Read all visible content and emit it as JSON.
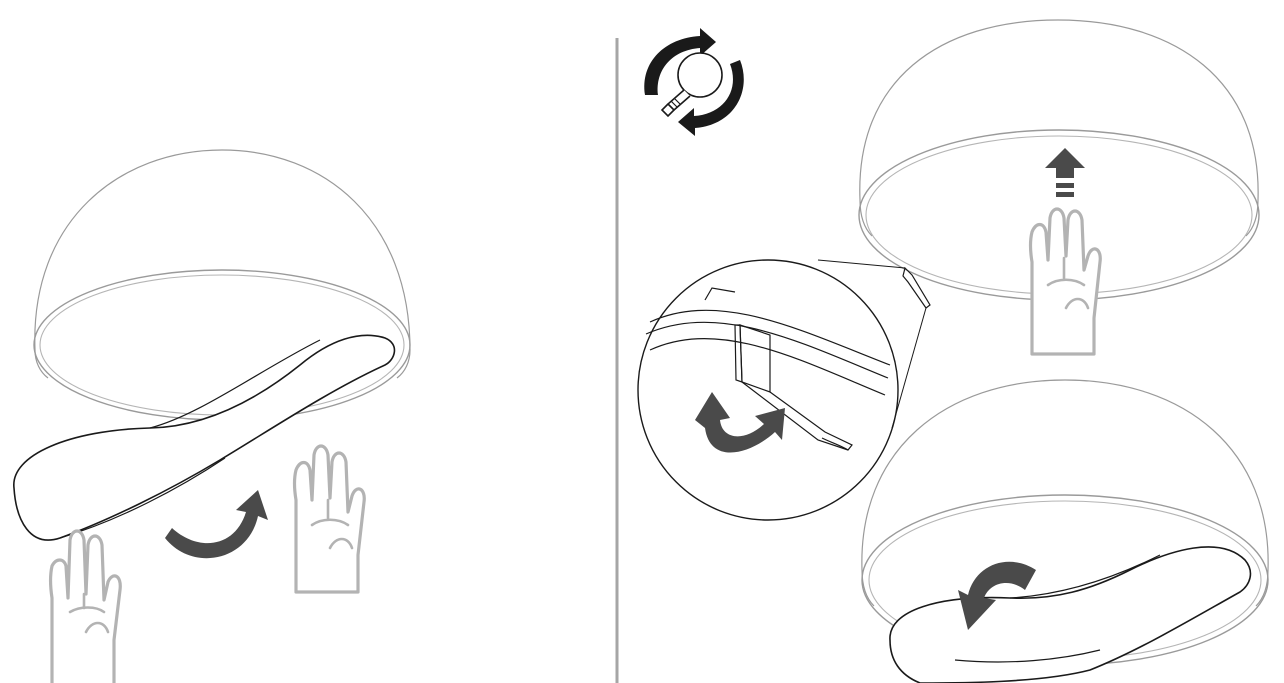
{
  "diagram": {
    "panels": [
      {
        "id": "left",
        "elements": [
          "lamp-shade",
          "diffuser-membrane",
          "rotate-arrow",
          "hand-left",
          "hand-right"
        ]
      },
      {
        "id": "right",
        "elements": [
          "bulb-rotate-icon",
          "lamp-shade-top",
          "push-up-arrow",
          "hand-push",
          "zoom-detail",
          "lamp-shade-bottom",
          "rotate-arrow-bottom"
        ]
      }
    ],
    "colors": {
      "outline": "#9a9a9a",
      "membrane": "#1a1a1a",
      "arrow": "#4a4a4a",
      "hand": "#b3b3b3",
      "divider": "#a6a6a6"
    }
  }
}
